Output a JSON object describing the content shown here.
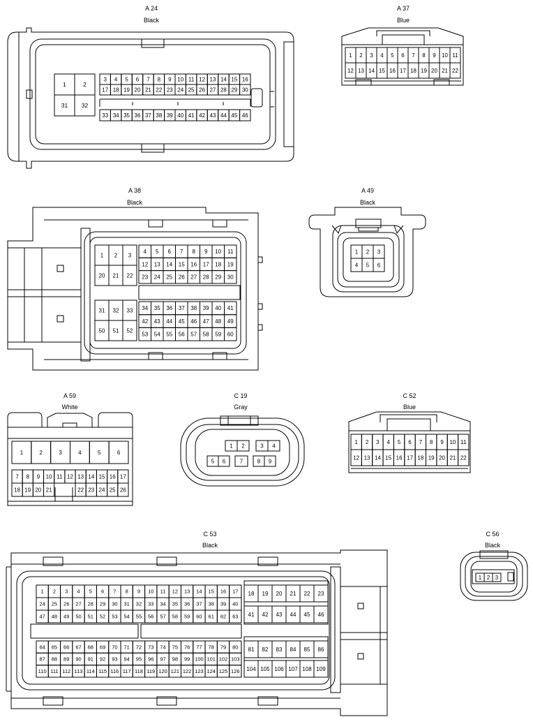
{
  "connectors": {
    "a24": {
      "id": "A 24",
      "color": "Black"
    },
    "a37": {
      "id": "A 37",
      "color": "Blue"
    },
    "a38": {
      "id": "A 38",
      "color": "Black"
    },
    "a49": {
      "id": "A 49",
      "color": "Black"
    },
    "a59": {
      "id": "A 59",
      "color": "White"
    },
    "c19": {
      "id": "C 19",
      "color": "Gray"
    },
    "c52": {
      "id": "C 52",
      "color": "Blue"
    },
    "c53": {
      "id": "C 53",
      "color": "Black"
    },
    "c56": {
      "id": "C 56",
      "color": "Black"
    }
  },
  "pins": {
    "a24": [
      [
        "1",
        "2",
        "31",
        "32"
      ],
      [
        "3",
        "4",
        "5",
        "6",
        "7",
        "8",
        "9",
        "10",
        "11",
        "12",
        "13",
        "14",
        "15",
        "16"
      ],
      [
        "17",
        "18",
        "19",
        "20",
        "21",
        "22",
        "23",
        "24",
        "25",
        "26",
        "27",
        "28",
        "29",
        "30"
      ],
      [
        "33",
        "34",
        "35",
        "36",
        "37",
        "38",
        "39",
        "40",
        "41",
        "42",
        "43",
        "44",
        "45",
        "46"
      ]
    ],
    "a37": [
      [
        "1",
        "2",
        "3",
        "4",
        "5",
        "6",
        "7",
        "8",
        "9",
        "10",
        "11"
      ],
      [
        "12",
        "13",
        "14",
        "15",
        "16",
        "17",
        "18",
        "19",
        "20",
        "21",
        "22"
      ]
    ],
    "a38": [
      [
        "1",
        "2",
        "3"
      ],
      [
        "20",
        "21",
        "22"
      ],
      [
        "4",
        "5",
        "6",
        "7",
        "8",
        "9",
        "10",
        "11"
      ],
      [
        "12",
        "13",
        "14",
        "15",
        "16",
        "17",
        "18",
        "19"
      ],
      [
        "23",
        "24",
        "25",
        "26",
        "27",
        "28",
        "29",
        "30"
      ],
      [
        "31",
        "32",
        "33"
      ],
      [
        "50",
        "51",
        "52"
      ],
      [
        "34",
        "35",
        "36",
        "37",
        "38",
        "39",
        "40",
        "41"
      ],
      [
        "42",
        "43",
        "44",
        "45",
        "46",
        "47",
        "48",
        "49"
      ],
      [
        "53",
        "54",
        "55",
        "56",
        "57",
        "58",
        "59",
        "60"
      ]
    ],
    "a49": [
      [
        "1",
        "2",
        "3"
      ],
      [
        "4",
        "5",
        "6"
      ]
    ],
    "a59": [
      [
        "1",
        "2",
        "3",
        "4",
        "5",
        "6"
      ],
      [
        "7",
        "8",
        "9",
        "10",
        "11",
        "12",
        "13",
        "14",
        "15",
        "16",
        "17"
      ],
      [
        "18",
        "19",
        "20",
        "21"
      ],
      [
        "22",
        "23",
        "24",
        "25",
        "26"
      ]
    ],
    "c19": [
      [
        "1",
        "2"
      ],
      [
        "3",
        "4"
      ],
      [
        "5",
        "6"
      ],
      [
        "7"
      ],
      [
        "8",
        "9"
      ]
    ],
    "c52": [
      [
        "1",
        "2",
        "3",
        "4",
        "5",
        "6",
        "7",
        "8",
        "9",
        "10",
        "11"
      ],
      [
        "12",
        "13",
        "14",
        "15",
        "16",
        "17",
        "18",
        "19",
        "20",
        "21",
        "22"
      ]
    ],
    "c53": [
      [
        "1",
        "2",
        "3",
        "4",
        "5",
        "6",
        "7",
        "8",
        "9",
        "10",
        "11",
        "12",
        "13",
        "14",
        "15",
        "16",
        "17"
      ],
      [
        "24",
        "25",
        "26",
        "27",
        "28",
        "29",
        "30",
        "31",
        "32",
        "33",
        "34",
        "35",
        "36",
        "37",
        "38",
        "39",
        "40"
      ],
      [
        "47",
        "48",
        "49",
        "50",
        "51",
        "52",
        "53",
        "54",
        "55",
        "56",
        "57",
        "58",
        "59",
        "60",
        "61",
        "62",
        "63"
      ],
      [
        "64",
        "65",
        "66",
        "67",
        "68",
        "69",
        "70",
        "71",
        "72",
        "73",
        "74",
        "75",
        "76",
        "77",
        "78",
        "79",
        "80"
      ],
      [
        "87",
        "88",
        "89",
        "90",
        "91",
        "92",
        "93",
        "94",
        "95",
        "96",
        "97",
        "98",
        "99",
        "100",
        "101",
        "102",
        "103"
      ],
      [
        "110",
        "111",
        "112",
        "113",
        "114",
        "115",
        "116",
        "117",
        "118",
        "119",
        "120",
        "121",
        "122",
        "123",
        "124",
        "125",
        "126"
      ],
      [
        "18",
        "19",
        "20",
        "21",
        "22",
        "23"
      ],
      [
        "41",
        "42",
        "43",
        "44",
        "45",
        "46"
      ],
      [
        "81",
        "82",
        "83",
        "84",
        "85",
        "86"
      ],
      [
        "104",
        "105",
        "106",
        "107",
        "108",
        "109"
      ]
    ],
    "c56": [
      [
        "1",
        "2",
        "3"
      ]
    ]
  }
}
